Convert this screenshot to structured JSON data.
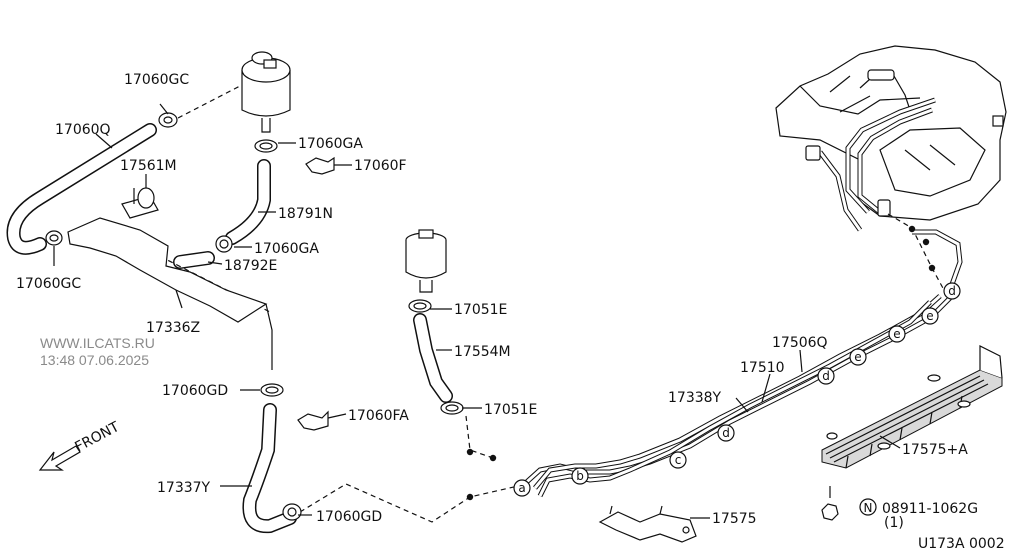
{
  "watermark": {
    "site": "WWW.ILCATS.RU",
    "timestamp": "13:48 07.06.2025"
  },
  "diagram_code": "U173A 0002",
  "front_label": "FRONT",
  "labels": {
    "p17060GC_top": "17060GC",
    "p17060Q": "17060Q",
    "p17561M": "17561M",
    "p17060GC_bottom": "17060GC",
    "p17060GA_top": "17060GA",
    "p17060F": "17060F",
    "p18791N": "18791N",
    "p17060GA_bottom": "17060GA",
    "p18792E": "18792E",
    "p17336Z": "17336Z",
    "p17060GD_top": "17060GD",
    "p17060FA": "17060FA",
    "p17337Y": "17337Y",
    "p17060GD_bottom": "17060GD",
    "p17051E_top": "17051E",
    "p17554M": "17554M",
    "p17051E_bottom": "17051E",
    "p17506Q": "17506Q",
    "p17510": "17510",
    "p17338Y": "17338Y",
    "p17575A": "17575+A",
    "p17575": "17575",
    "p08911": "08911-1062G",
    "p08911_qty": "(1)",
    "nut_symbol": "N"
  },
  "connection_marks": [
    "a",
    "b",
    "c",
    "d",
    "d",
    "e",
    "e",
    "e",
    "d"
  ]
}
